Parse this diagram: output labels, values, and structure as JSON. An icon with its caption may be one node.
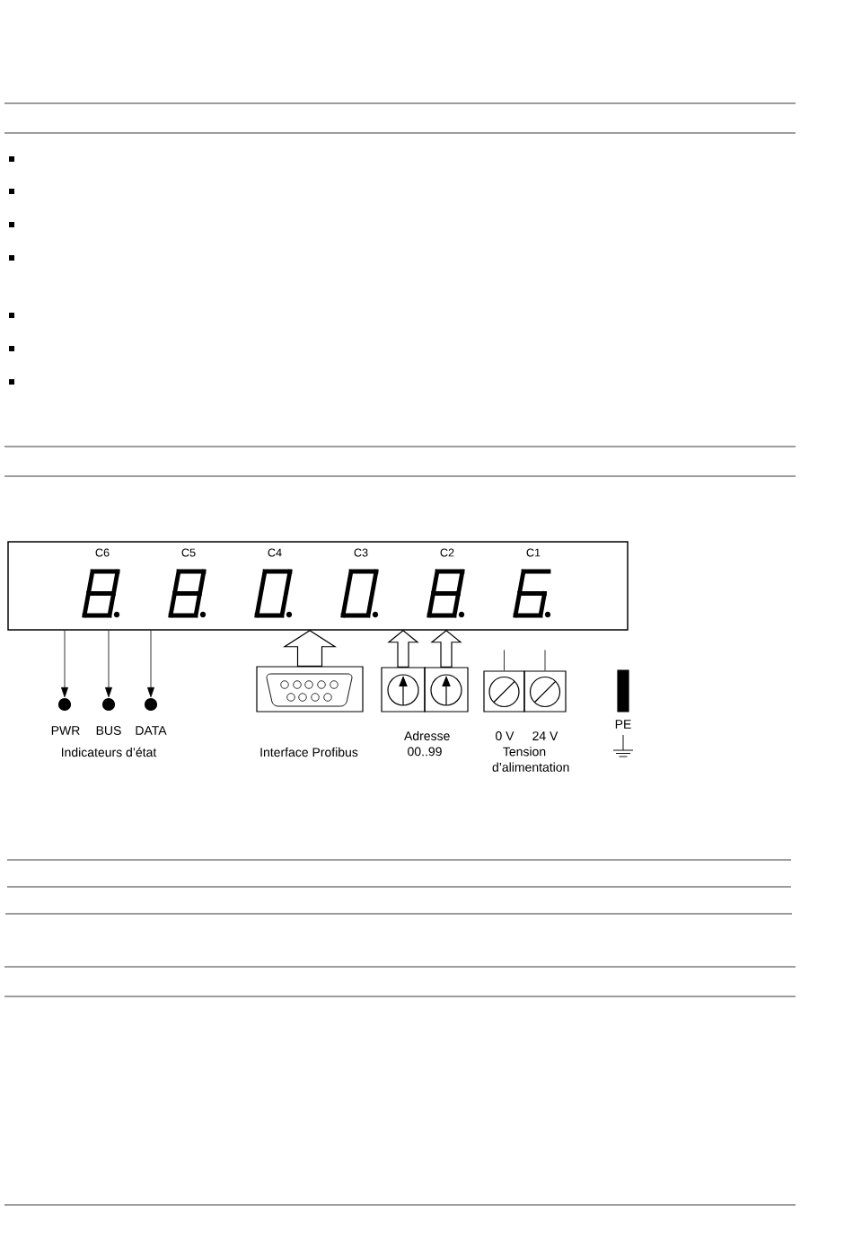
{
  "diagram": {
    "nodes": [
      {
        "text": [
          "C6",
          "C5",
          "C4",
          "C3",
          "C2",
          "C1"
        ]
      },
      {
        "text": [],
        "shape": "circle",
        "beside": [
          "PWR"
        ]
      },
      {
        "text": [],
        "shape": "circle",
        "beside": [
          "BUS"
        ]
      },
      {
        "text": [],
        "shape": "circle",
        "beside": [
          "DATA"
        ]
      },
      {
        "text": [],
        "shape": "box",
        "beside": [
          "Interface Profibus"
        ]
      },
      {
        "text": [],
        "shape": "box"
      },
      {
        "text": [],
        "shape": "box"
      },
      {
        "text": [],
        "shape": "box",
        "beside": [
          "0 V"
        ]
      },
      {
        "text": [],
        "shape": "box",
        "beside": [
          "24 V"
        ]
      },
      {
        "text": [],
        "shape": "bar",
        "beside": [
          "PE"
        ]
      }
    ],
    "edges": [
      {
        "from": 0,
        "to": 1,
        "arrow": "to"
      },
      {
        "from": 0,
        "to": 2,
        "arrow": "to"
      },
      {
        "from": 0,
        "to": 3,
        "arrow": "to"
      },
      {
        "from": 4,
        "to": 0,
        "arrow": "to",
        "style": "thick"
      },
      {
        "from": 5,
        "to": 0,
        "arrow": "to",
        "style": "thick"
      },
      {
        "from": 6,
        "to": 0,
        "arrow": "to",
        "style": "thick"
      },
      {
        "from": 7,
        "to": null,
        "arrow": "none"
      },
      {
        "from": 8,
        "to": null,
        "arrow": "none"
      }
    ],
    "labels": [
      "Indicateurs d’état",
      "Adresse 00..99",
      "Tension d’alimentation"
    ]
  }
}
